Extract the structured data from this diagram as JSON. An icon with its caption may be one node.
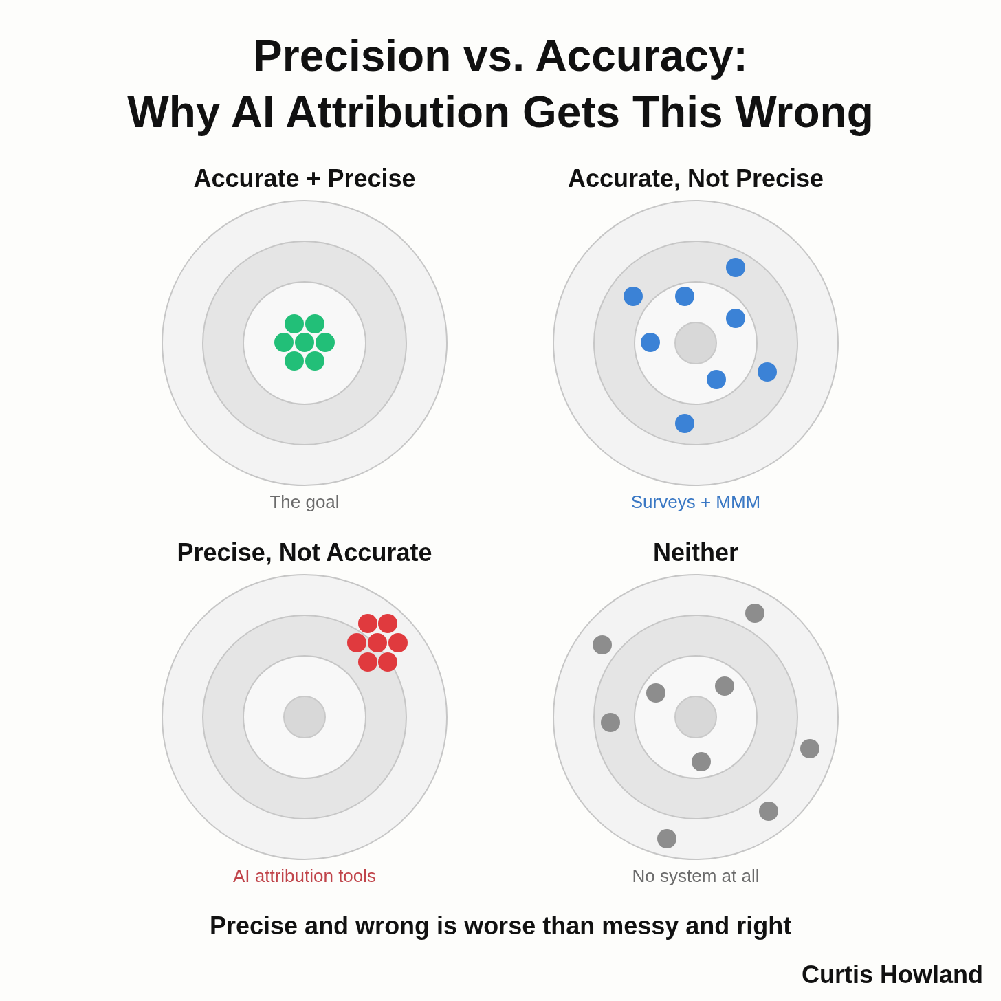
{
  "diagram": {
    "title": "Precision vs. Accuracy: Why AI Attribution Gets This Wrong",
    "nodes": [
      {
        "text": [
          "Accurate + Precise"
        ],
        "beside": [
          "The goal"
        ]
      },
      {
        "text": [
          "Accurate, Not Precise"
        ],
        "beside": [
          "Surveys + MMM"
        ]
      },
      {
        "text": [
          "Precise, Not Accurate"
        ],
        "beside": [
          "AI attribution tools"
        ]
      },
      {
        "text": [
          "Neither"
        ],
        "beside": [
          "No system at all"
        ]
      }
    ],
    "labels": [
      "Precise and wrong is worse than messy and right",
      "Curtis Howland"
    ]
  }
}
